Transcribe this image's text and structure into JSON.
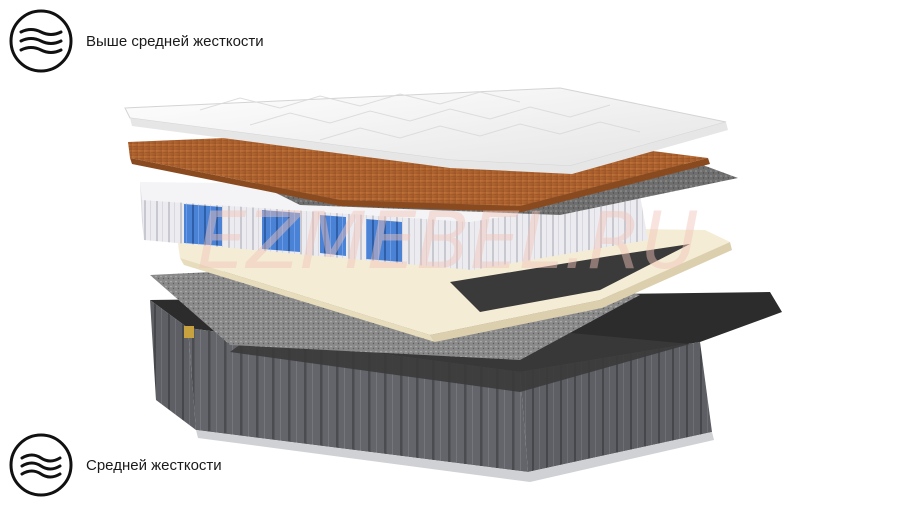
{
  "firmness_top": {
    "label": "Выше средней жесткости",
    "icon": "firmness-waves-icon"
  },
  "firmness_bottom": {
    "label": "Средней жесткости",
    "icon": "firmness-waves-icon"
  },
  "image": {
    "subject": "mattress-layers-exploded-view",
    "watermark": "EZMEBEL.RU",
    "colors": {
      "cover": "#f2f2f2",
      "coir": "#b0622c",
      "felt": "#6b6b6b",
      "springs_white": "#e8e8ec",
      "springs_blue": "#3b72c9",
      "foam_frame": "#f3ead2",
      "base_dark": "#2a2a2a",
      "base_side": "#5b5d62",
      "watermark": "#f2c3b8"
    }
  }
}
